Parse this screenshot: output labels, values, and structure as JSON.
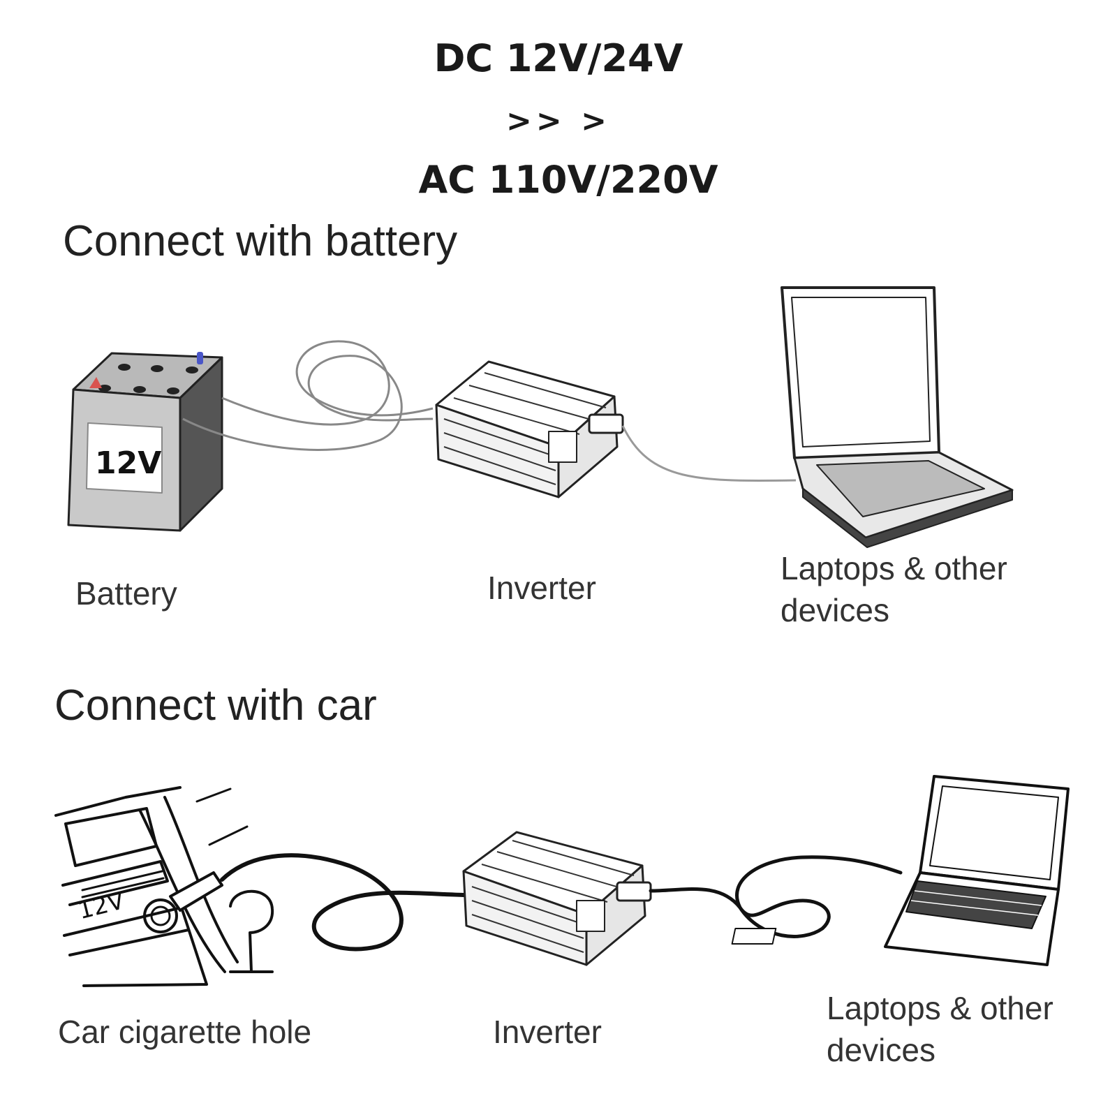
{
  "header": {
    "dc": "DC 12V/24V",
    "arrows": ">> >",
    "ac": "AC 110V/220V"
  },
  "sections": [
    {
      "title": "Connect with battery",
      "battery_mark": "12V",
      "labels": {
        "source": "Battery",
        "inverter": "Inverter",
        "device_line1": "Laptops & other",
        "device_line2": "devices"
      }
    },
    {
      "title": "Connect with car",
      "socket_mark": "12V",
      "labels": {
        "source": "Car cigarette hole",
        "inverter": "Inverter",
        "device_line1": "Laptops & other",
        "device_line2": "devices"
      }
    }
  ],
  "colors": {
    "terminal_positive": "#d9534f",
    "terminal_negative": "#4a56c8",
    "ink": "#1a1a1a"
  }
}
